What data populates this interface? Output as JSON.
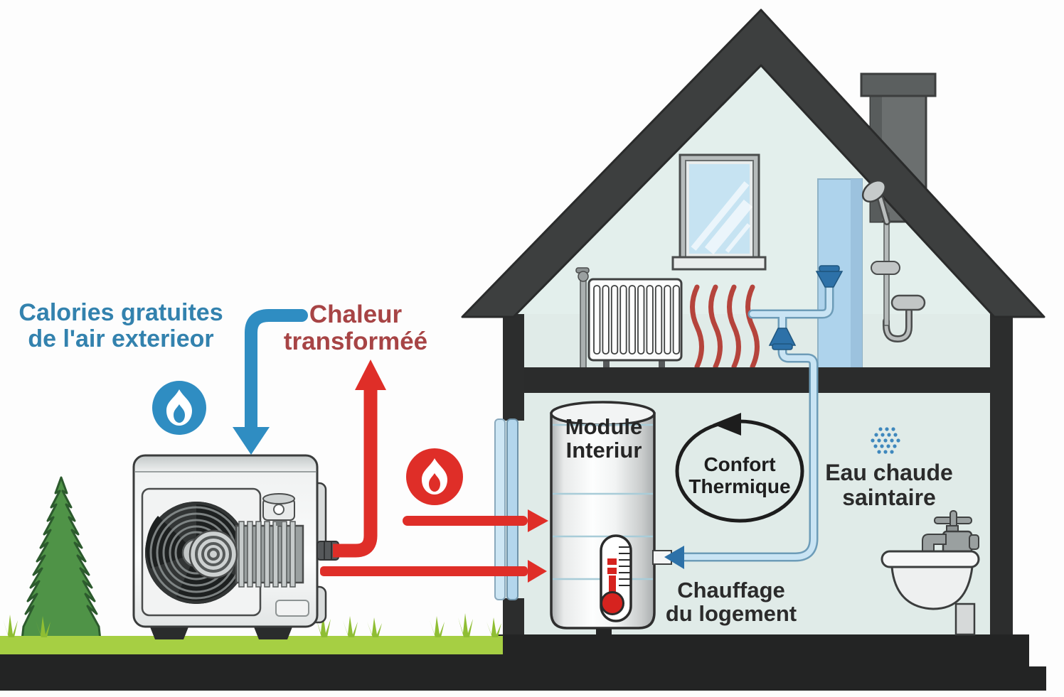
{
  "diagram": {
    "subject": "heat-pump-house-schematic",
    "labels": {
      "calories_line1": "Calories gratuites",
      "calories_line2": "de l'air exterieor",
      "chaleur_line1": "Chaleur",
      "chaleur_line2": "transforméé",
      "module_line1": "Module",
      "module_line2": "Interiur",
      "confort_line1": "Confort",
      "confort_line2": "Thermique",
      "eau_line1": "Eau chaude",
      "eau_line2": "saintaire",
      "chauffage_line1": "Chauffage",
      "chauffage_line2": "du logement"
    },
    "icons": {
      "outdoor_energy": "flame-icon-blue-circle",
      "transformed_heat": "flame-icon-red-circle",
      "circulation": "loop-arrow-ellipse",
      "hot_water_spray": "spray-dots"
    },
    "colors": {
      "blue_accent": "#2f8dc2",
      "red_accent": "#df2e28",
      "blue_text": "#3382ae",
      "red_text": "#a74445",
      "structure_dark": "#2c2d2d",
      "roof": "#3d3f3f",
      "interior": "#e0ebe8",
      "grass": "#a6cf43",
      "tree": "#4f9347",
      "pipe_blue": "#c9e4f4",
      "valve_blue": "#2d71a8",
      "thermometer_red": "#d6231f"
    }
  }
}
